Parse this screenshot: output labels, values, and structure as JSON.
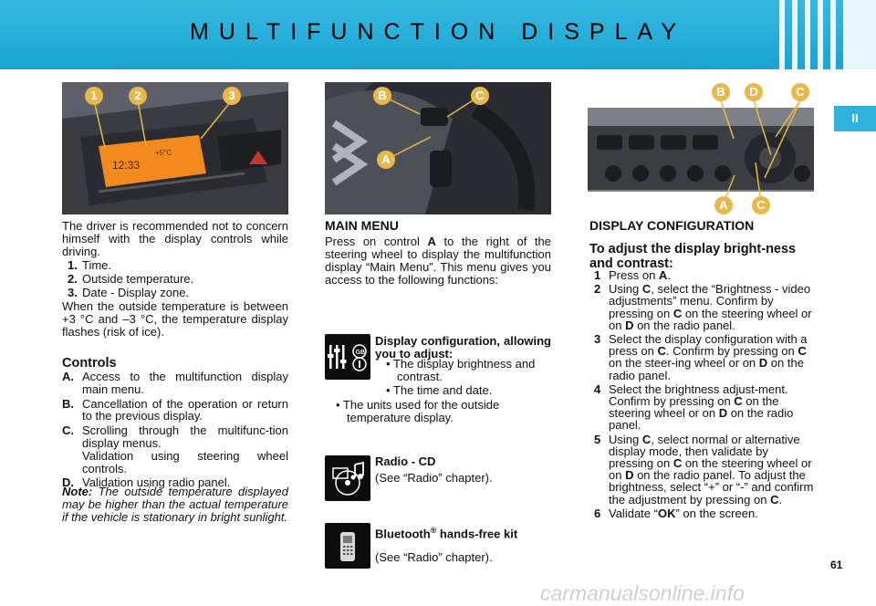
{
  "header": {
    "title": "MULTIFUNCTION DISPLAY"
  },
  "section_tab": "II",
  "page_number": "61",
  "watermark": "carmanualsonline.info",
  "photo_labels": {
    "left": [
      "1",
      "2",
      "3"
    ],
    "middle": [
      "B",
      "C",
      "A"
    ],
    "right_top": [
      "B",
      "D",
      "C"
    ],
    "right_bottom": [
      "A",
      "C"
    ]
  },
  "display_screen": {
    "time": "12:33",
    "temp": "+5°C"
  },
  "left_col": {
    "intro": "The driver is recommended not to concern himself with the display controls while driving.",
    "numbered": [
      {
        "num": "1.",
        "text": "Time."
      },
      {
        "num": "2.",
        "text": "Outside temperature."
      },
      {
        "num": "3.",
        "text": "Date - Display zone."
      }
    ],
    "warning": "When the outside temperature is between +3 °C and –3 °C, the temperature display flashes (risk of ice).",
    "controls_title": "Controls",
    "controls": [
      {
        "letter": "A.",
        "text": "Access to the multifunction display main menu."
      },
      {
        "letter": "B.",
        "text": "Cancellation of the operation or return to the previous display."
      },
      {
        "letter": "C.",
        "text": "Scrolling through the multifunc-tion display menus.",
        "extra": "Validation using steering wheel controls."
      },
      {
        "letter": "D.",
        "text": "Validation using radio panel."
      }
    ],
    "note_label": "Note:",
    "note_text": " The outside temperature displayed may be higher than the actual temperature if the vehicle is stationary in bright sunlight."
  },
  "middle_col": {
    "title": "MAIN MENU",
    "intro_a": "Press on control ",
    "intro_key": "A",
    "intro_b": " to the right of the steering wheel to display the multifunction display “Main Menu”. This menu gives you access to the following functions:",
    "display_config_title": "Display configuration, allowing you to adjust:",
    "display_config_items": [
      "• The display brightness and contrast.",
      "• The time and date."
    ],
    "display_config_units": "• The units used for the outside temperature display.",
    "radio_title": "Radio - CD",
    "radio_text": "(See “Radio” chapter).",
    "bt_title": "Bluetooth",
    "bt_sup": "®",
    "bt_title2": " hands-free kit",
    "bt_text": "(See “Radio” chapter)."
  },
  "right_col": {
    "title": "DISPLAY CONFIGURATION",
    "subtitle": "To adjust the display bright-ness and contrast:",
    "steps": [
      {
        "n": "1",
        "text": "Press on A."
      },
      {
        "n": "2",
        "text": "Using C, select the “Brightness - video adjustments” menu. Confirm by pressing on C on the steering wheel or on D on the radio panel."
      },
      {
        "n": "3",
        "text": "Select the display configuration with a press on C. Confirm by pressing on C on the steer-ing wheel or on D on the radio panel."
      },
      {
        "n": "4",
        "text": "Select the brightness adjust-ment. Confirm by pressing on C on the steering wheel or on D on the radio panel."
      },
      {
        "n": "5",
        "text": "Using C, select normal or alternative display mode, then validate by pressing on C on the steering wheel or on D on the radio panel. To adjust the brightness, select “+” or “-” and confirm the adjustment by pressing on C."
      },
      {
        "n": "6",
        "text": "Validate “OK” on the screen."
      }
    ]
  },
  "colors": {
    "header": "#1aa4d3",
    "label_fill": "#e8b84a",
    "label_text": "#ffffff",
    "screen": "#f28a1e"
  }
}
